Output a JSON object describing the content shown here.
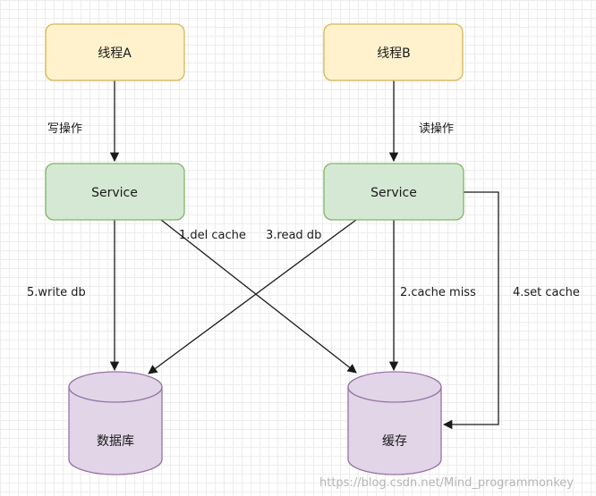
{
  "nodes": {
    "thread_a": "线程A",
    "thread_b": "线程B",
    "service_left": "Service",
    "service_right": "Service",
    "db": "数据库",
    "cache": "缓存"
  },
  "edge_labels": {
    "write_op": "写操作",
    "read_op": "读操作",
    "del_cache": "1.del cache",
    "cache_miss": "2.cache miss",
    "read_db": "3.read db",
    "set_cache": "4.set cache",
    "write_db": "5.write db"
  },
  "watermark": "https://blog.csdn.net/Mind_programmonkey",
  "colors": {
    "thread_fill": "#fff2cc",
    "thread_stroke": "#d6b656",
    "service_fill": "#d5e8d4",
    "service_stroke": "#82b366",
    "storage_fill": "#e1d5e7",
    "storage_stroke": "#9673a6",
    "edge": "#1a1a1a"
  }
}
